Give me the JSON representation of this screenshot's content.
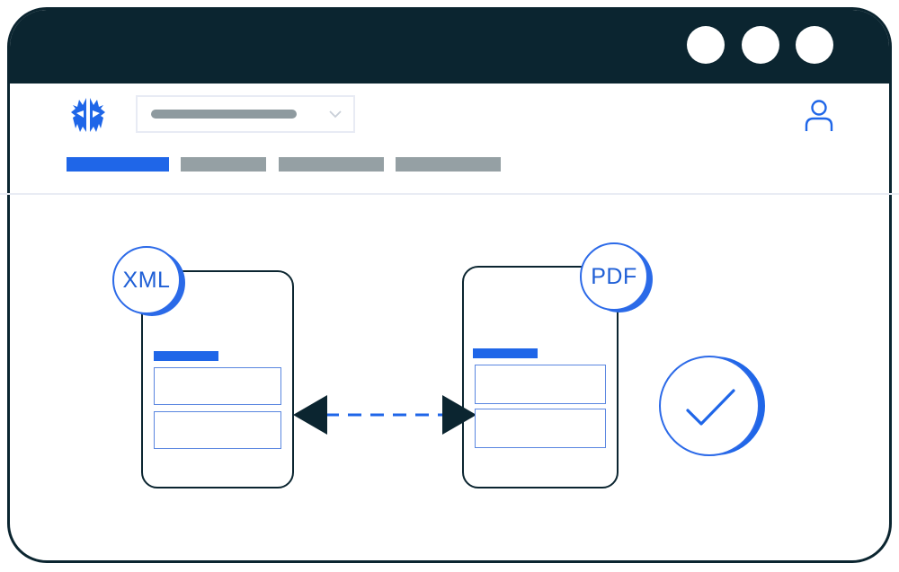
{
  "window": {
    "controls": [
      "dot",
      "dot",
      "dot"
    ]
  },
  "header": {
    "logo_icon": "brand-logo-icon",
    "dropdown": {
      "selected_value": "",
      "icon": "chevron-down-icon"
    },
    "user_icon": "user-icon",
    "tabs": [
      {
        "label": "",
        "active": true
      },
      {
        "label": "",
        "active": false
      },
      {
        "label": "",
        "active": false
      },
      {
        "label": "",
        "active": false
      }
    ]
  },
  "comparison": {
    "left_document": {
      "format": "XML"
    },
    "right_document": {
      "format": "PDF"
    },
    "link_icon": "bidirectional-arrow-icon",
    "status_icon": "checkmark-icon"
  },
  "colors": {
    "frame": "#0b2530",
    "accent": "#1f66e8",
    "muted": "#95a0a4",
    "separator": "#e9ecf4"
  }
}
